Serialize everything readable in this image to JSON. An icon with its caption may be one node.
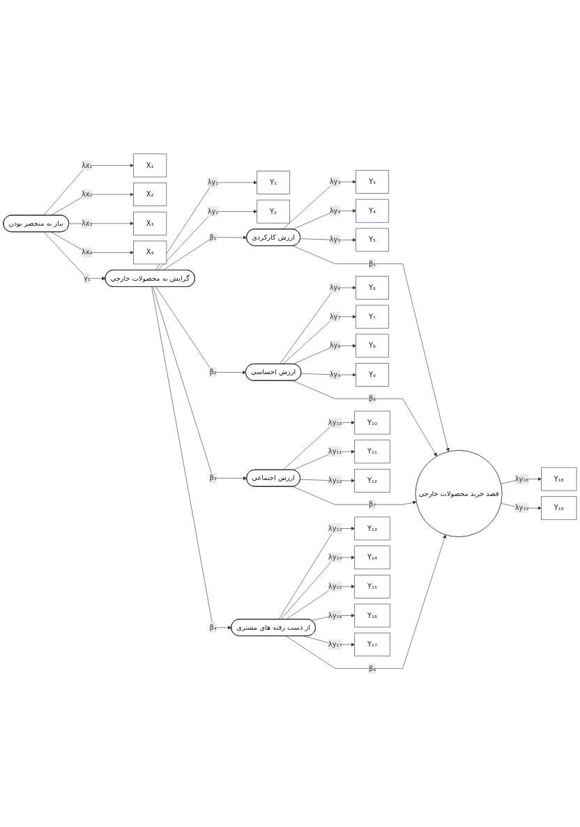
{
  "diagram": {
    "nodes": [
      {
        "text": [
          "نیاز به منحصر بودن"
        ]
      },
      {
        "text": [
          "X₁"
        ]
      },
      {
        "text": [
          "X₂"
        ]
      },
      {
        "text": [
          "X₃"
        ]
      },
      {
        "text": [
          "X₄"
        ]
      },
      {
        "text": [
          "گرایش به محصولات خارجی"
        ]
      },
      {
        "text": [
          "Y₁"
        ]
      },
      {
        "text": [
          "Y₂"
        ]
      },
      {
        "text": [
          "ارزش کارکردی"
        ]
      },
      {
        "text": [
          "Y₃"
        ]
      },
      {
        "text": [
          "Y₄"
        ]
      },
      {
        "text": [
          "Y₅"
        ]
      },
      {
        "text": [
          "ارزش احساسی"
        ]
      },
      {
        "text": [
          "Y₆"
        ]
      },
      {
        "text": [
          "Y₇"
        ]
      },
      {
        "text": [
          "Y₈"
        ]
      },
      {
        "text": [
          "Y₉"
        ]
      },
      {
        "text": [
          "ارزش اجتماعی"
        ]
      },
      {
        "text": [
          "Y₁₀"
        ]
      },
      {
        "text": [
          "Y₁₁"
        ]
      },
      {
        "text": [
          "Y₁₂"
        ]
      },
      {
        "text": [
          "از دست رفته های مشتری"
        ]
      },
      {
        "text": [
          "Y₁₃"
        ]
      },
      {
        "text": [
          "Y₁₄"
        ]
      },
      {
        "text": [
          "Y₁₅"
        ]
      },
      {
        "text": [
          "Y₁₆"
        ]
      },
      {
        "text": [
          "Y₁₇"
        ]
      },
      {
        "text": [
          "قصد خرید محصولات خارجی"
        ]
      },
      {
        "text": [
          "Y₁₈"
        ]
      },
      {
        "text": [
          "Y₁₉"
        ]
      }
    ],
    "edges": [
      {
        "from": 0,
        "to": 1,
        "arrow": "to",
        "label": "λx₁"
      },
      {
        "from": 0,
        "to": 2,
        "arrow": "to",
        "label": "λx₂"
      },
      {
        "from": 0,
        "to": 3,
        "arrow": "to",
        "label": "λx₃"
      },
      {
        "from": 0,
        "to": 4,
        "arrow": "to",
        "label": "λx₄"
      },
      {
        "from": 0,
        "to": 5,
        "arrow": "to",
        "label": "γ₁"
      },
      {
        "from": 5,
        "to": 6,
        "arrow": "to",
        "label": "λy₁"
      },
      {
        "from": 5,
        "to": 7,
        "arrow": "to",
        "label": "λy₂"
      },
      {
        "from": 5,
        "to": 8,
        "arrow": "to",
        "label": "β₁"
      },
      {
        "from": 5,
        "to": 12,
        "arrow": "to",
        "label": "β₂"
      },
      {
        "from": 5,
        "to": 17,
        "arrow": "to",
        "label": "β₃"
      },
      {
        "from": 5,
        "to": 21,
        "arrow": "to",
        "label": "β₄"
      },
      {
        "from": 8,
        "to": 9,
        "arrow": "to",
        "label": "λy₃"
      },
      {
        "from": 8,
        "to": 10,
        "arrow": "to",
        "label": "λy₄"
      },
      {
        "from": 8,
        "to": 11,
        "arrow": "to",
        "label": "λy₅"
      },
      {
        "from": 12,
        "to": 13,
        "arrow": "to",
        "label": "λy₆"
      },
      {
        "from": 12,
        "to": 14,
        "arrow": "to",
        "label": "λy₇"
      },
      {
        "from": 12,
        "to": 15,
        "arrow": "to",
        "label": "λy₈"
      },
      {
        "from": 12,
        "to": 16,
        "arrow": "to",
        "label": "λy₉"
      },
      {
        "from": 17,
        "to": 18,
        "arrow": "to",
        "label": "λy₁₀"
      },
      {
        "from": 17,
        "to": 19,
        "arrow": "to",
        "label": "λy₁₁"
      },
      {
        "from": 17,
        "to": 20,
        "arrow": "to",
        "label": "λy₁₂"
      },
      {
        "from": 21,
        "to": 22,
        "arrow": "to",
        "label": "λy₁₃"
      },
      {
        "from": 21,
        "to": 23,
        "arrow": "to",
        "label": "λy₁₄"
      },
      {
        "from": 21,
        "to": 24,
        "arrow": "to",
        "label": "λy₁₅"
      },
      {
        "from": 21,
        "to": 25,
        "arrow": "to",
        "label": "λy₁₆"
      },
      {
        "from": 21,
        "to": 26,
        "arrow": "to",
        "label": "λy₁₇"
      },
      {
        "from": 8,
        "to": 27,
        "arrow": "to",
        "label": "β₅"
      },
      {
        "from": 12,
        "to": 27,
        "arrow": "to",
        "label": "β₆"
      },
      {
        "from": 17,
        "to": 27,
        "arrow": "to",
        "label": "β₇"
      },
      {
        "from": 21,
        "to": 27,
        "arrow": "to",
        "label": "β₈"
      },
      {
        "from": 27,
        "to": 28,
        "arrow": "to",
        "label": "λy₁₈"
      },
      {
        "from": 27,
        "to": 29,
        "arrow": "to",
        "label": "λy₁₉"
      }
    ]
  }
}
